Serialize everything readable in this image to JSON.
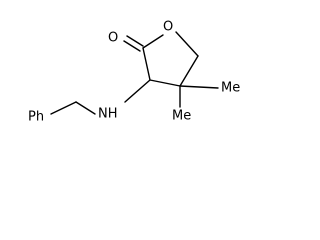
{
  "structure": {
    "atoms": {
      "carbonyl_oxygen": "O",
      "ring_oxygen": "O",
      "amine": "NH",
      "phenyl": "Ph",
      "methyl_1": "Me",
      "methyl_2": "Me"
    }
  }
}
